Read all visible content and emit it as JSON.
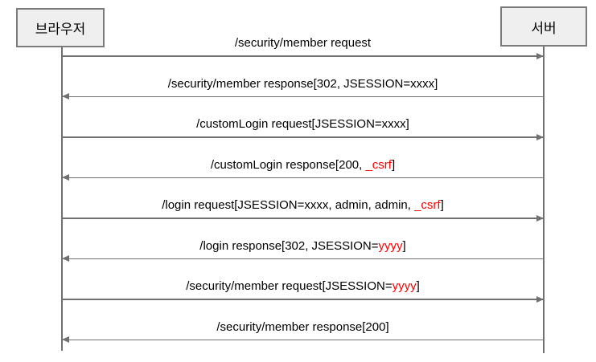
{
  "diagram": {
    "type": "sequence-diagram",
    "actors": [
      {
        "id": "browser",
        "label": "브라우저"
      },
      {
        "id": "server",
        "label": "서버"
      }
    ],
    "messages": [
      {
        "direction": "right",
        "parts": [
          {
            "text": "/security/member request"
          }
        ]
      },
      {
        "direction": "left",
        "parts": [
          {
            "text": "/security/member response[302, JSESSION=xxxx]"
          }
        ]
      },
      {
        "direction": "right",
        "parts": [
          {
            "text": "/customLogin request[JSESSION=xxxx]"
          }
        ]
      },
      {
        "direction": "left",
        "parts": [
          {
            "text": "/customLogin response[200, "
          },
          {
            "text": "_csrf",
            "color": "red"
          },
          {
            "text": "]"
          }
        ]
      },
      {
        "direction": "right",
        "parts": [
          {
            "text": "/login request[JSESSION=xxxx, admin, admin, "
          },
          {
            "text": "_csrf",
            "color": "red"
          },
          {
            "text": "]"
          }
        ]
      },
      {
        "direction": "left",
        "parts": [
          {
            "text": "/login response[302, JSESSION="
          },
          {
            "text": "yyyy",
            "color": "red"
          },
          {
            "text": "]"
          }
        ]
      },
      {
        "direction": "right",
        "parts": [
          {
            "text": "/security/member request[JSESSION="
          },
          {
            "text": "yyyy",
            "color": "red"
          },
          {
            "text": "]"
          }
        ]
      },
      {
        "direction": "left",
        "parts": [
          {
            "text": "/security/member response[200]"
          }
        ]
      }
    ],
    "colors": {
      "red": "#ff0000",
      "box_fill": "#efefef",
      "box_border": "#7b7b7b",
      "line": "#707070",
      "text": "#000000"
    }
  }
}
